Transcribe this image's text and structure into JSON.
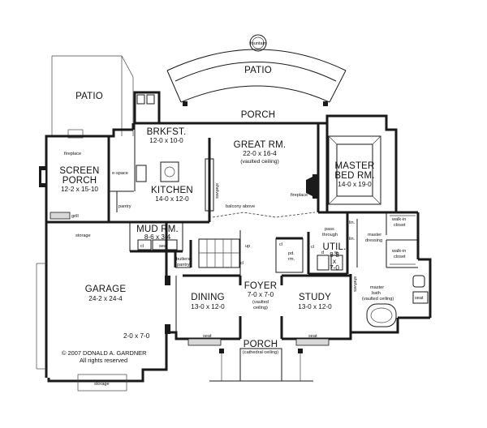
{
  "rooms": {
    "patio_top": {
      "name": "PATIO"
    },
    "fountain": {
      "label": "fountain"
    },
    "porch_top": {
      "name": "PORCH"
    },
    "patio_left": {
      "name": "PATIO"
    },
    "brkfst": {
      "name": "BRKFST.",
      "dims": "12-0 x 10-0"
    },
    "screen_porch": {
      "name1": "SCREEN",
      "name2": "PORCH",
      "dims": "12-2 x 15-10"
    },
    "kitchen": {
      "name": "KITCHEN",
      "dims": "14-0 x 12-0"
    },
    "great_rm": {
      "name": "GREAT RM.",
      "dims": "22-0 x 16-4",
      "note": "(vaulted ceiling)"
    },
    "master_bed": {
      "name1": "MASTER",
      "name2": "BED RM.",
      "dims": "14-0 x 19-0"
    },
    "mud_rm": {
      "name": "MUD RM.",
      "dims": "8-6 x 3-4"
    },
    "util": {
      "name": "UTIL.",
      "dims1": "8-8",
      "dims2": "x",
      "dims3": "7-0"
    },
    "garage": {
      "name": "GARAGE",
      "dims": "24-2 x 24-4"
    },
    "dining": {
      "name": "DINING",
      "dims": "13-0 x 12-0"
    },
    "foyer": {
      "name": "FOYER",
      "dims": "7-0 x 7-0",
      "note1": "(vaulted",
      "note2": "ceiling)"
    },
    "study": {
      "name": "STUDY",
      "dims": "13-0 x 12-0"
    },
    "porch_bottom": {
      "name": "PORCH",
      "note": "(cathedral ceiling)"
    }
  },
  "labels": {
    "fireplace_left": "fireplace",
    "e_space": "e-space",
    "pantry": "pantry",
    "grill": "grill",
    "shelves": "shelves",
    "balcony_above": "balcony above",
    "fireplace_right": "fireplace",
    "pass_through1": "pass",
    "pass_through2": "through",
    "walk_in_closet1_a": "walk-in",
    "walk_in_closet1_b": "closet",
    "master_dressing1": "master",
    "master_dressing2": "dressing",
    "walk_in_closet2_a": "walk-in",
    "walk_in_closet2_b": "closet",
    "lin1": "lin.",
    "lin2": "lin.",
    "storage_garage": "storage",
    "seat_mud": "seat",
    "cl_mud": "cl",
    "up": "up",
    "cl_stair": "cl",
    "cl_pd": "cl",
    "pd_rm1": "pd.",
    "pd_rm2": "rm.",
    "cl_util": "cl",
    "d": "d",
    "w": "w",
    "butlers1": "butlers",
    "butlers2": "pantry",
    "shelves2": "shelves",
    "master_bath1": "master",
    "master_bath2": "bath",
    "master_bath3": "(vaulted ceiling)",
    "seat_bath": "seat",
    "door_size": "2-0 x 7-0",
    "copyright1": "© 2007 DONALD A. GARDNER",
    "copyright2": "All rights reserved",
    "seat_dining": "seat",
    "seat_study": "seat",
    "storage_bottom": "storage"
  },
  "colors": {
    "line": "#1a1a1a",
    "fill_gray": "#d8d8d8",
    "background": "#ffffff"
  }
}
